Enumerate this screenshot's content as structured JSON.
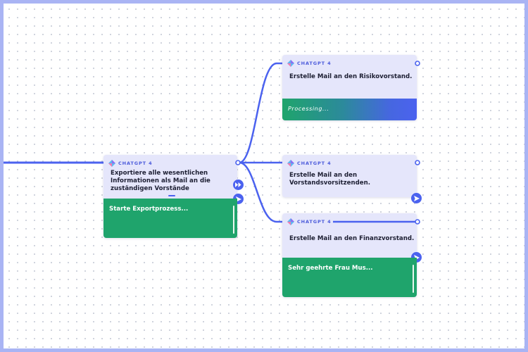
{
  "colors": {
    "frame": "#a9b4f4",
    "accent": "#4b62ef",
    "node_bg": "#e5e6fb",
    "output_green": "#1fa46c"
  },
  "icons": {
    "model": "gem-icon",
    "send": "send-icon",
    "run_all": "fast-forward-icon"
  },
  "nodes": {
    "export": {
      "model_label": "CHATGPT 4",
      "prompt": "Exportiere alle wesentlichen Informationen als Mail an die zuständigen Vorstände",
      "output": "Starte Exportprozess..."
    },
    "risk": {
      "model_label": "CHATGPT 4",
      "prompt": "Erstelle Mail an den Risikovorstand.",
      "output": "Processing..."
    },
    "chair": {
      "model_label": "CHATGPT 4",
      "prompt": "Erstelle Mail an den Vorstandsvorsitzenden."
    },
    "finance": {
      "model_label": "CHATGPT 4",
      "prompt": "Erstelle Mail an den Finanzvorstand.",
      "output": "Sehr geehrte Frau Mus..."
    }
  }
}
